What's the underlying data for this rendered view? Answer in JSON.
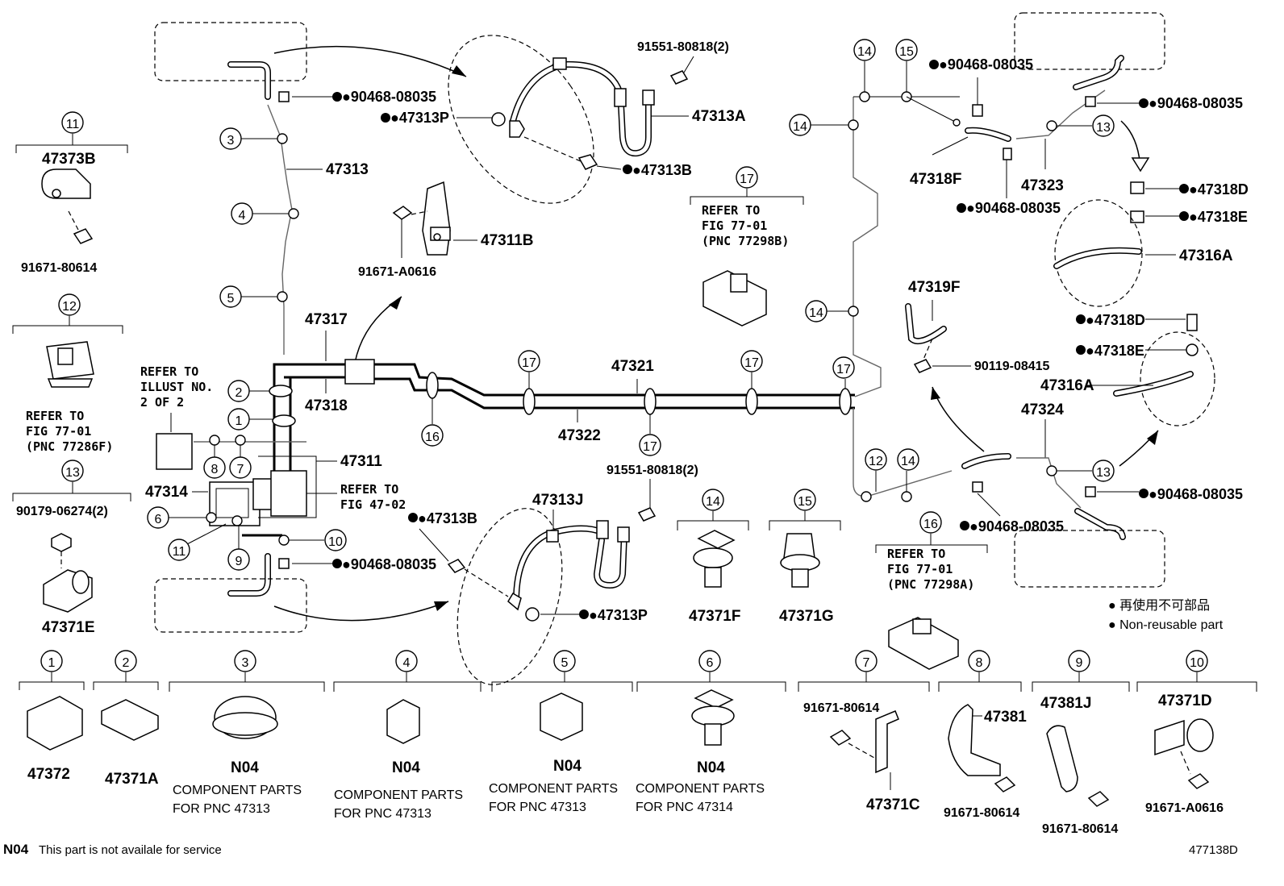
{
  "callouts": {
    "c1": "⑪",
    "c1_part": "47373B",
    "c1_bolt": "91671-80614",
    "c2": "⑫",
    "c2_ref1": "REFER TO",
    "c2_ref2": "FIG 77-01",
    "c2_ref3": "(PNC 77286F)",
    "c3": "⑬",
    "c3_bolt": "90179-06274(2)",
    "c3_part": "47371E"
  },
  "labels": {
    "l90468a": "●90468-08035",
    "l47313": "47313",
    "l47313P_top": "●47313P",
    "l47313A": "47313A",
    "l47313B_top": "●47313B",
    "l91551_top": "91551-80818(2)",
    "l47311B": "47311B",
    "l91671A": "91671-A0616",
    "l47317": "47317",
    "l47318": "47318",
    "l47311": "47311",
    "l47314": "47314",
    "l47321": "47321",
    "l47322": "47322",
    "refer_illust1": "REFER TO",
    "refer_illust2": "ILLUST NO.",
    "refer_illust3": "2 OF 2",
    "refer_4702a": "REFER TO",
    "refer_4702b": "FIG 47-02",
    "l90468b": "●90468-08035",
    "l47313B_bot": "●47313B",
    "l47313J": "47313J",
    "l91551_bot": "91551-80818(2)",
    "l47313P_bot": "●47313P",
    "ref17a": "REFER TO",
    "ref17b": "FIG 77-01",
    "ref17c": "(PNC 77298B)",
    "l47371F": "47371F",
    "l47371G": "47371G",
    "l90468c": "●90468-08035",
    "l90468d": "●90468-08035",
    "l47318F": "47318F",
    "l47323": "47323",
    "l90468e": "●90468-08035",
    "l47318D_a": "●47318D",
    "l47318E_a": "●47318E",
    "l47316A_a": "47316A",
    "l47319F": "47319F",
    "l90119": "90119-08415",
    "l47318D_b": "●47318D",
    "l47318E_b": "●47318E",
    "l47316A_b": "47316A",
    "l47324": "47324",
    "l90468f": "●90468-08035",
    "l90468g": "●90468-08035",
    "ref16a": "REFER TO",
    "ref16b": "FIG 77-01",
    "ref16c": "(PNC 77298A)"
  },
  "legend": {
    "jp": "● 再使用不可部品",
    "en": "● Non-reusable part"
  },
  "bottom": {
    "b1_part": "47372",
    "b2_part": "47371A",
    "b3_code": "N04",
    "b3_cap1": "COMPONENT PARTS",
    "b3_cap2": "FOR PNC 47313",
    "b4_code": "N04",
    "b4_cap1": "COMPONENT PARTS",
    "b4_cap2": "FOR PNC 47313",
    "b5_code": "N04",
    "b5_cap1": "COMPONENT PARTS",
    "b5_cap2": "FOR PNC 47313",
    "b6_code": "N04",
    "b6_cap1": "COMPONENT PARTS",
    "b6_cap2": "FOR PNC 47314",
    "b7_bolt": "91671-80614",
    "b7_part": "47371C",
    "b8_part": "47381",
    "b8_bolt": "91671-80614",
    "b9_part": "47381J",
    "b9_bolt": "91671-80614",
    "b10_part": "47371D",
    "b10_bolt": "91671-A0616"
  },
  "footer": {
    "code": "N04",
    "text": "This part is not availale for service",
    "figure_id": "477138D"
  },
  "circled_numbers": [
    "①",
    "②",
    "③",
    "④",
    "⑤",
    "⑥",
    "⑦",
    "⑧",
    "⑨",
    "⑩",
    "⑪",
    "⑫",
    "⑬",
    "⑭",
    "⑮",
    "⑯",
    "⑰"
  ]
}
